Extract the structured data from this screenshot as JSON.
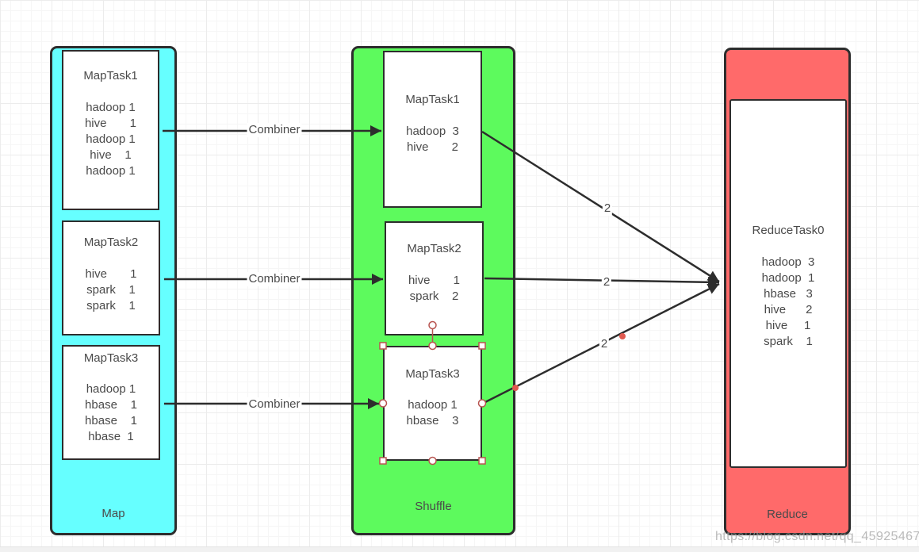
{
  "map_column": {
    "label": "Map",
    "tasks": [
      {
        "title": "MapTask1",
        "lines": [
          "hadoop 1",
          "hive       1",
          "hadoop 1",
          "hive    1",
          "hadoop 1"
        ]
      },
      {
        "title": "MapTask2",
        "lines": [
          "hive       1",
          "spark    1",
          "spark    1"
        ]
      },
      {
        "title": "MapTask3",
        "lines": [
          "hadoop 1",
          "hbase    1",
          "hbase    1",
          "hbase  1"
        ]
      }
    ]
  },
  "shuffle_column": {
    "label": "Shuffle",
    "tasks": [
      {
        "title": "MapTask1",
        "lines": [
          "hadoop  3",
          "hive       2"
        ]
      },
      {
        "title": "MapTask2",
        "lines": [
          "hive       1",
          "spark    2"
        ]
      },
      {
        "title": "MapTask3",
        "lines": [
          "hadoop 1",
          "hbase    3"
        ]
      }
    ]
  },
  "reduce_column": {
    "label": "Reduce",
    "task": {
      "title": "ReduceTask0",
      "lines": [
        "hadoop  3",
        "hadoop  1",
        "hbase   3",
        "hive      2",
        "hive     1",
        "spark    1"
      ]
    }
  },
  "edges": {
    "combiner": [
      "Combiner",
      "Combiner",
      "Combiner"
    ],
    "counts": [
      "2",
      "2",
      "2"
    ]
  },
  "watermark": "https://blog.csdn.net/qq_45925467",
  "colors": {
    "map_fill": "#66ffff",
    "shuffle_fill": "#5dfa5d",
    "reduce_fill": "#ff6a6a",
    "stroke": "#2d2d2d",
    "selection_handle": "#b85450",
    "waypoint": "#e0594f"
  }
}
